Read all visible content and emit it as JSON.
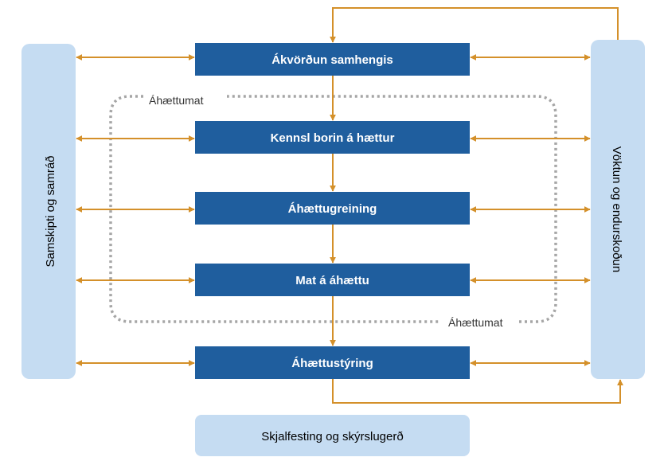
{
  "colors": {
    "main_box": "#1f5e9e",
    "side_box": "#c5dcf2",
    "connector": "#d4902a",
    "dotted_outline": "#a6a6a6"
  },
  "steps": [
    "Ákvörðun samhengis",
    "Kennsl borin á hættur",
    "Áhættugreining",
    "Mat á áhættu",
    "Áhættustýring"
  ],
  "left_panel": "Samskipti og samráð",
  "right_panel": "Vöktun og endurskoðun",
  "bottom_panel": "Skjalfesting og skýrslugerð",
  "assessment_label_top": "Áhættumat",
  "assessment_label_bottom": "Áhættumat"
}
